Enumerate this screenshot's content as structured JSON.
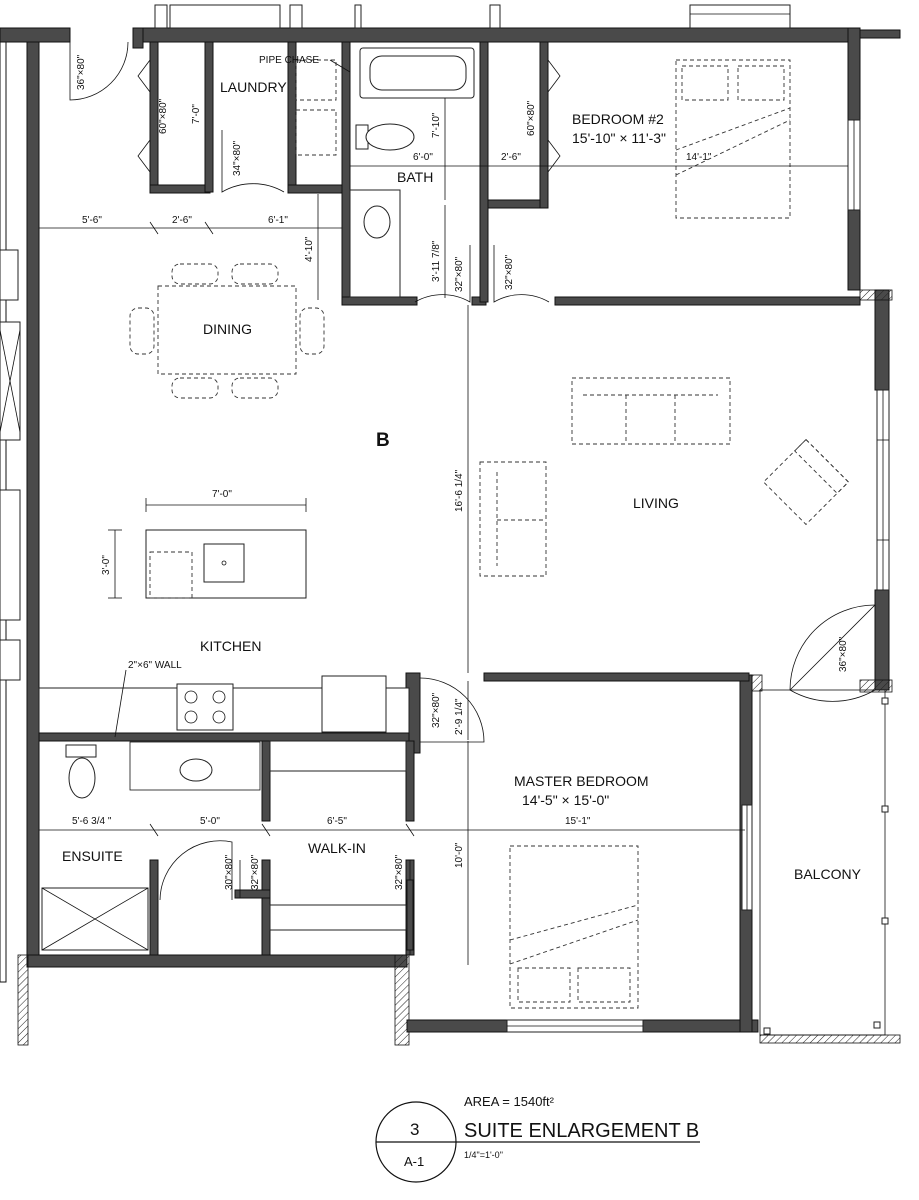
{
  "rooms": {
    "laundry": "LAUNDRY",
    "pipe_chase": "PIPE CHASE",
    "bath": "BATH",
    "bedroom2": "BEDROOM #2",
    "bedroom2_size": "15'-10\" × 11'-3\"",
    "dining": "DINING",
    "suite_letter": "B",
    "living": "LIVING",
    "kitchen": "KITCHEN",
    "wall_note": "2\"×6\" WALL",
    "master": "MASTER BEDROOM",
    "master_size": "14'-5\" × 15'-0\"",
    "ensuite": "ENSUITE",
    "walkin": "WALK-IN",
    "balcony": "BALCONY"
  },
  "dims": {
    "d_5_6": "5'-6\"",
    "d_2_6a": "2'-6\"",
    "d_6_1": "6'-1\"",
    "d_4_10": "4'-10\"",
    "d_7_0a": "7'-0\"",
    "d_7_10": "7'-10\"",
    "d_6_0": "6'-0\"",
    "d_2_6b": "2'-6\"",
    "d_14_1": "14'-1\"",
    "d_3_11": "3'-11 7/8\"",
    "d_16_6": "16'-6 1/4\"",
    "d_7_0b": "7'-0\"",
    "d_3_0": "3'-0\"",
    "d_2_9": "2'-9 1/4\"",
    "d_5_6_34": "5'-6 3/4 \"",
    "d_5_0": "5'-0\"",
    "d_6_5": "6'-5\"",
    "d_15_1": "15'-1\"",
    "d_10_0": "10'-0\""
  },
  "doors": {
    "entry": "36\"×80\"",
    "closet_laundry": "60\"×80\"",
    "laundry": "34\"×80\"",
    "closet_bed2": "60\"×80\"",
    "bath": "32\"×80\"",
    "bed2": "32\"×80\"",
    "balcony_living": "36\"×80\"",
    "master": "32\"×80\"",
    "ensuite_shower": "30\"×80\"",
    "ensuite": "32\"×80\"",
    "walkin": "32\"×80\""
  },
  "title_block": {
    "area": "AREA = 1540ft²",
    "number": "3",
    "sheet": "A-1",
    "title": "SUITE ENLARGEMENT B",
    "scale": "1/4\"=1'-0\""
  }
}
